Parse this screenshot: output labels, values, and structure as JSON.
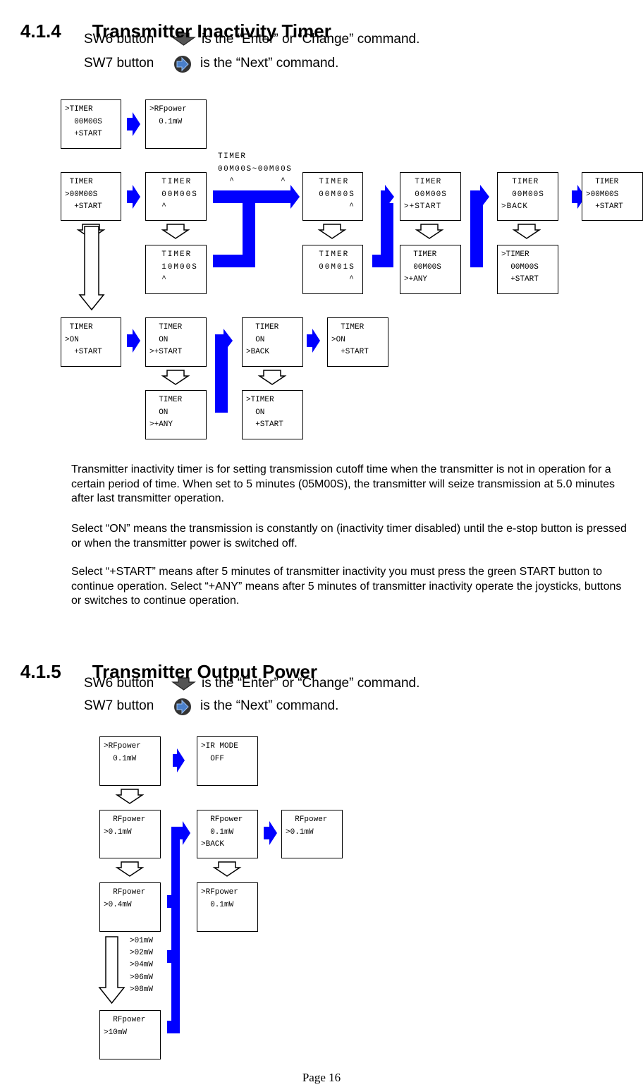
{
  "sec1": {
    "number": "4.1.4",
    "title": "Transmitter Inactivity Timer",
    "sw6_label": "SW6 button",
    "sw6_desc": "is the “Enter” or “Change” command.",
    "sw7_label": "SW7 button",
    "sw7_desc": "is the “Next” command.",
    "screens": [
      ">TIMER\n  00M00S\n  +START",
      ">RFpower\n  0.1mW",
      " TIMER\n>00M00S\n  +START",
      "  TIMER\n  00M00S\n  ^",
      "  TIMER\n  00M00S\n       ^",
      "  TIMER\n  00M00S\n>+START",
      "  TIMER\n  00M00S\n>BACK",
      "  TIMER\n>00M00S\n  +START",
      "  TIMER\n  10M00S\n  ^",
      "  TIMER\n  00M01S\n       ^",
      "  TIMER\n  00M00S\n>+ANY",
      ">TIMER\n  00M00S\n  +START",
      " TIMER\n>ON\n  +START",
      "  TIMER\n  ON\n>+START",
      "  TIMER\n  ON\n>BACK",
      "  TIMER\n>ON\n  +START",
      "  TIMER\n  ON\n>+ANY",
      ">TIMER\n  ON\n  +START"
    ],
    "range_label": "TIMER\n00M00S~00M00S\n  ^        ^",
    "paragraphs": [
      "Transmitter inactivity timer is for setting transmission cutoff time when the transmitter is not in operation for a certain period of time. When set to 5 minutes (05M00S), the transmitter will seize transmission at 5.0 minutes after last transmitter operation.",
      "Select “ON” means the transmission is constantly on (inactivity timer disabled) until the e-stop button is pressed or when the transmitter power is switched off.",
      "Select “+START” means after 5 minutes of transmitter inactivity you must press the green START button to continue operation.  Select “+ANY” means after 5 minutes of transmitter inactivity operate the joysticks, buttons or switches to continue operation."
    ]
  },
  "sec2": {
    "number": "4.1.5",
    "title": "Transmitter Output Power",
    "sw6_label": "SW6 button",
    "sw6_desc": "is the “Enter” or “Change” command.",
    "sw7_label": "SW7 button",
    "sw7_desc": "is the “Next” command.",
    "screens": [
      ">RFpower\n  0.1mW",
      ">IR MODE\n  OFF",
      "  RFpower\n>0.1mW",
      "  RFpower\n  0.1mW\n>BACK",
      "  RFpower\n>0.1mW",
      "  RFpower\n>0.4mW",
      ">RFpower\n  0.1mW",
      "  RFpower\n>10mW"
    ],
    "steps_label": ">01mW\n>02mW\n>04mW\n>06mW\n>08mW"
  },
  "page_number": "Page 16",
  "colors": {
    "next_arrow": "#0000ff",
    "enter_arrow_fill": "#ffffff",
    "icon_dark": "#333333",
    "icon_blue": "#3f6fb5"
  }
}
